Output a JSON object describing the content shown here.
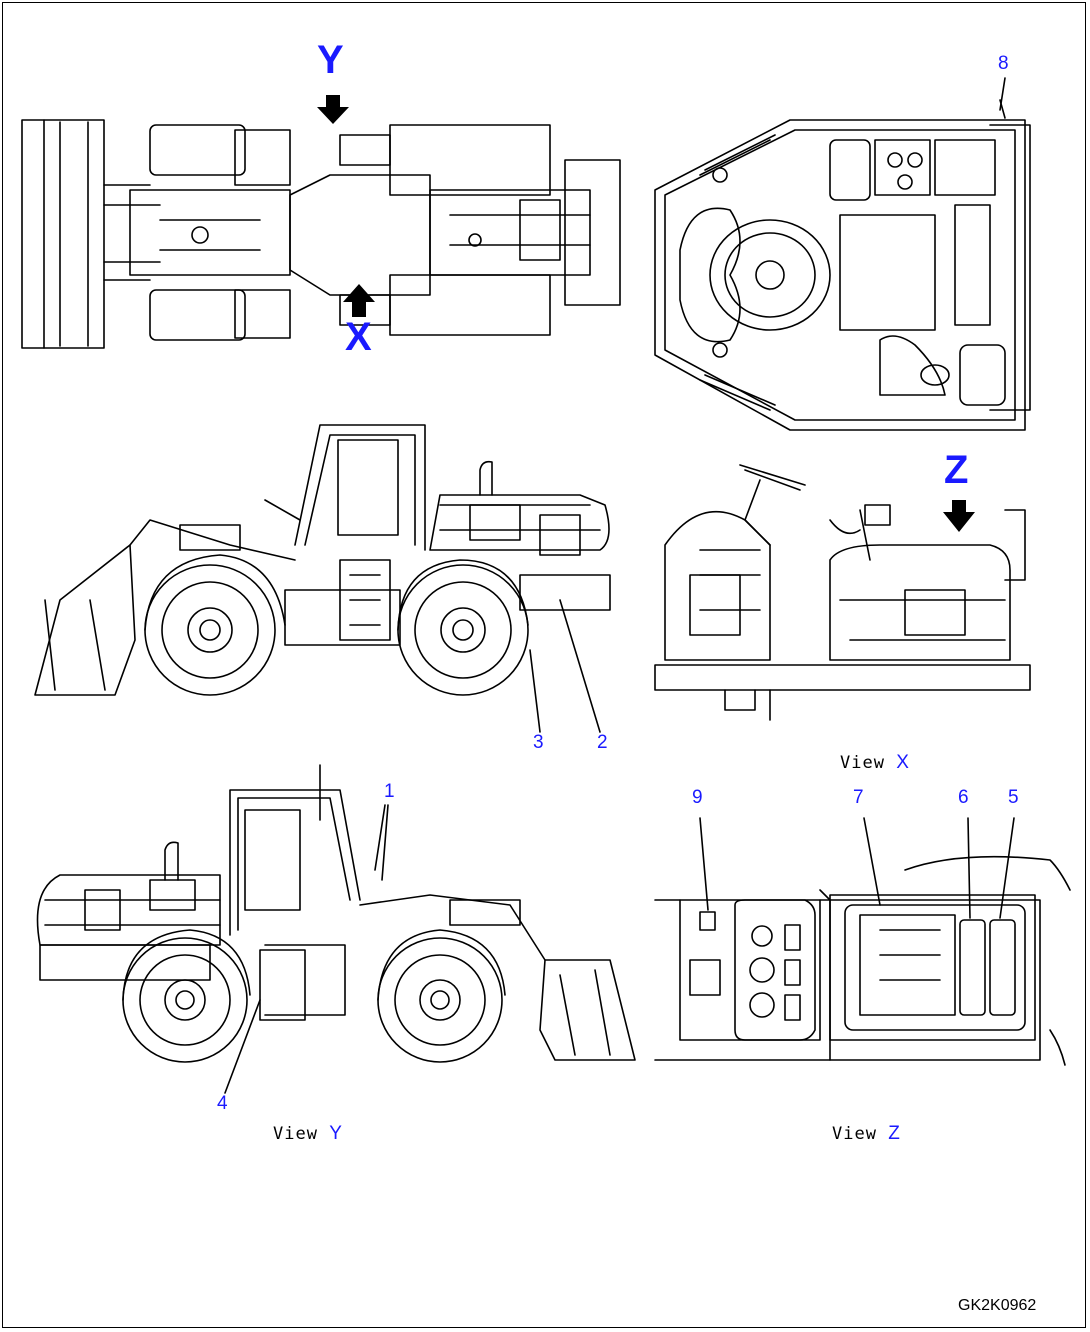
{
  "arrow_labels": {
    "y": "Y",
    "x": "X",
    "z": "Z"
  },
  "callouts": {
    "c1": "1",
    "c2": "2",
    "c3": "3",
    "c4": "4",
    "c5": "5",
    "c6": "6",
    "c7": "7",
    "c8": "8",
    "c9": "9"
  },
  "views": {
    "x": {
      "prefix": "View",
      "letter": "X"
    },
    "y": {
      "prefix": "View",
      "letter": "Y"
    },
    "z": {
      "prefix": "View",
      "letter": "Z"
    }
  },
  "drawing_code": "GK2K0962",
  "colors": {
    "label_blue": "#1a1aff",
    "line": "#000000"
  }
}
